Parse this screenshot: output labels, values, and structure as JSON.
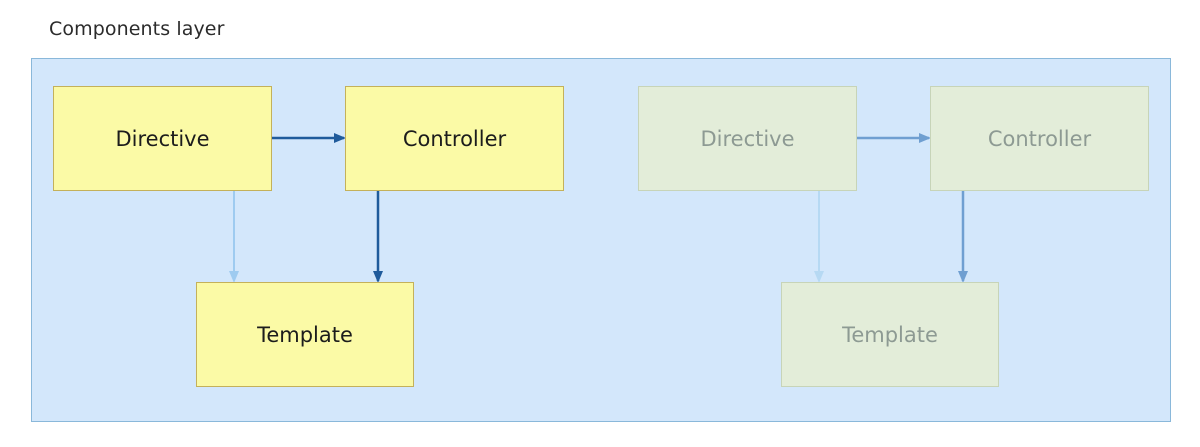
{
  "layer": {
    "title": "Components layer"
  },
  "diagrams": [
    {
      "state": "active",
      "nodes": {
        "directive": "Directive",
        "controller": "Controller",
        "template": "Template"
      }
    },
    {
      "state": "faded",
      "nodes": {
        "directive": "Directive",
        "controller": "Controller",
        "template": "Template"
      }
    }
  ],
  "edges": [
    {
      "from": "directive",
      "to": "controller",
      "style": "strong"
    },
    {
      "from": "directive",
      "to": "template",
      "style": "light"
    },
    {
      "from": "controller",
      "to": "template",
      "style": "strong"
    }
  ],
  "colors": {
    "panel_fill": "#d3e7fb",
    "panel_border": "#8ab8da",
    "active_node_fill": "#fbfaa6",
    "active_node_border": "#c4b15a",
    "faded_node_fill": "#e3edd9",
    "faded_node_border": "#c7d4b8",
    "active_edge_strong": "#1f5b9b",
    "active_edge_light": "#9ecbf0",
    "faded_edge_strong": "#6f9fd1",
    "faded_edge_light": "#b6d9f3"
  }
}
